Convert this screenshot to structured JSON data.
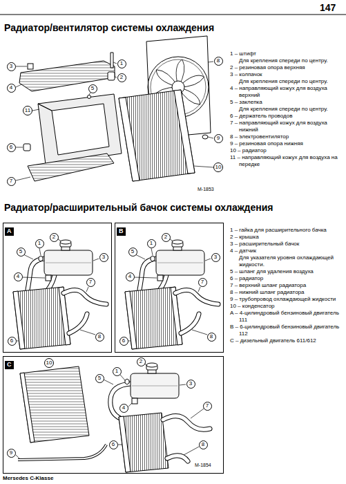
{
  "diagram": {
    "nodes": [
      {
        "text": [
          "1"
        ]
      },
      {
        "text": [
          "2"
        ]
      },
      {
        "text": [
          "3"
        ]
      },
      {
        "text": [
          "4"
        ]
      },
      {
        "text": [
          "5"
        ]
      },
      {
        "text": [
          "6"
        ]
      },
      {
        "text": [
          "7"
        ]
      },
      {
        "text": [
          "8"
        ]
      },
      {
        "text": [
          "9"
        ]
      },
      {
        "text": [
          "10"
        ]
      },
      {
        "text": [
          "11"
        ]
      },
      {
        "text": [
          "A"
        ]
      },
      {
        "text": [
          "1"
        ],
        "in": 11
      },
      {
        "text": [
          "2"
        ],
        "in": 11
      },
      {
        "text": [
          "3"
        ],
        "in": 11
      },
      {
        "text": [
          "4"
        ],
        "in": 11
      },
      {
        "text": [
          "5"
        ],
        "in": 11
      },
      {
        "text": [
          "6"
        ],
        "in": 11
      },
      {
        "text": [
          "7"
        ],
        "in": 11
      },
      {
        "text": [
          "8"
        ],
        "in": 11
      },
      {
        "text": [
          "B"
        ]
      },
      {
        "text": [
          "1"
        ],
        "in": 20
      },
      {
        "text": [
          "2"
        ],
        "in": 20
      },
      {
        "text": [
          "3"
        ],
        "in": 20
      },
      {
        "text": [
          "4"
        ],
        "in": 20
      },
      {
        "text": [
          "5"
        ],
        "in": 20
      },
      {
        "text": [
          "6"
        ],
        "in": 20
      },
      {
        "text": [
          "7"
        ],
        "in": 20
      },
      {
        "text": [
          "8"
        ],
        "in": 20
      },
      {
        "text": [
          "C"
        ]
      },
      {
        "text": [
          "1"
        ],
        "in": 29
      },
      {
        "text": [
          "2"
        ],
        "in": 29
      },
      {
        "text": [
          "3"
        ],
        "in": 29
      },
      {
        "text": [
          "4"
        ],
        "in": 29
      },
      {
        "text": [
          "5"
        ],
        "in": 29
      },
      {
        "text": [
          "6"
        ],
        "in": 29
      },
      {
        "text": [
          "7"
        ],
        "in": 29
      },
      {
        "text": [
          "8"
        ],
        "in": 29
      },
      {
        "text": [
          "9"
        ],
        "in": 29
      },
      {
        "text": [
          "10"
        ],
        "in": 29
      }
    ],
    "labels": [
      "147",
      "Радиатор/вентилятор системы охлаждения",
      "1 – штифт",
      "Для крепления спереди по центру.",
      "2 – резиновая опора верхняя",
      "3 – колпачок",
      "Для крепления спереди по центру.",
      "4 – направляющий кожух для воздуха верхний",
      "5 – заклепка",
      "Для крепления спереди по центру.",
      "6 – держатель проводов",
      "7 – направляющий кожух для воздуха нижний",
      "8 – электровентилятор",
      "9 – резиновая опора нижняя",
      "10 – радиатор",
      "11 – направляющий кожух для воздуха на передке",
      "M-1853",
      "Радиатор/расширительный бачок системы охлаждения",
      "1 – гайка для расширительного бачка",
      "2 – крышка",
      "3 – расширительный бачок",
      "4 – датчик",
      "Для указателя уровня охлаждающей жидкости.",
      "5 – шланг для удаления воздуха",
      "6 – радиатор",
      "7 – верхний шланг радиатора",
      "8 – нижний шланг радиатора",
      "9 – трубопровод охлаждающей жидкости",
      "10 – конденсатор",
      "A – 4-цилиндровый бензиновый двигатель 111",
      "B – 6-цилиндровый бензиновый двигатель 112",
      "C – дизельный двигатель 611/612",
      "M-1854",
      "Mersedes C-Klasse"
    ]
  }
}
